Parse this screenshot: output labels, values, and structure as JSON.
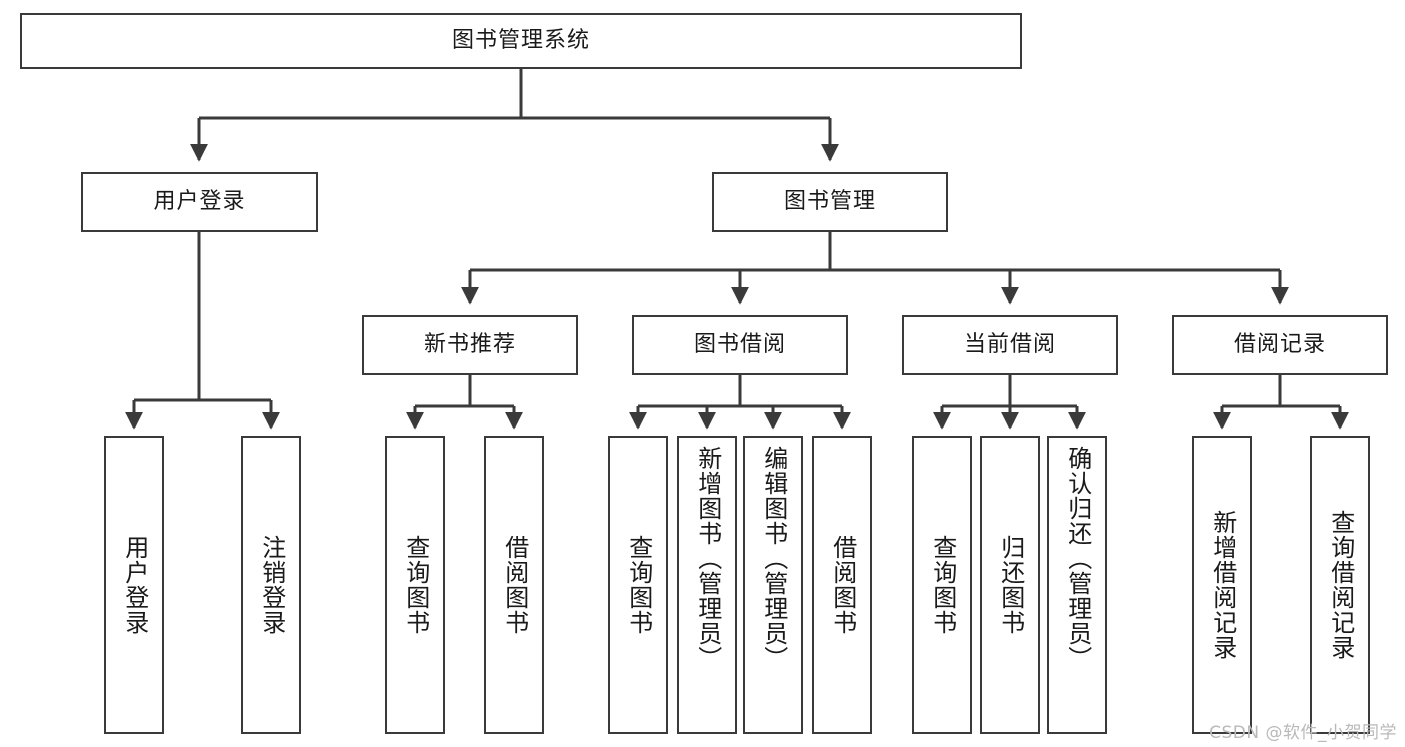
{
  "diagram": {
    "type": "tree",
    "title": "图书管理系统",
    "watermark": "CSDN @软件_小贺同学",
    "colors": {
      "stroke": "#3a3a3a",
      "fill": "#ffffff",
      "text": "#1a1a1a",
      "watermark": "#b9b9b9"
    },
    "levels": {
      "root": {
        "label": "图书管理系统"
      },
      "level2": [
        {
          "label": "用户登录"
        },
        {
          "label": "图书管理"
        }
      ],
      "level3": [
        {
          "label": "新书推荐"
        },
        {
          "label": "图书借阅"
        },
        {
          "label": "当前借阅"
        },
        {
          "label": "借阅记录"
        }
      ],
      "leaves": [
        {
          "label": "用户登录",
          "parent": "用户登录"
        },
        {
          "label": "注销登录",
          "parent": "用户登录"
        },
        {
          "label": "查询图书",
          "parent": "新书推荐"
        },
        {
          "label": "借阅图书",
          "parent": "新书推荐"
        },
        {
          "label": "查询图书",
          "parent": "图书借阅"
        },
        {
          "label": "新增图书（管理员）",
          "parent": "图书借阅"
        },
        {
          "label": "编辑图书（管理员）",
          "parent": "图书借阅"
        },
        {
          "label": "借阅图书",
          "parent": "图书借阅"
        },
        {
          "label": "查询图书",
          "parent": "当前借阅"
        },
        {
          "label": "归还图书",
          "parent": "当前借阅"
        },
        {
          "label": "确认归还（管理员）",
          "parent": "当前借阅"
        },
        {
          "label": "新增借阅记录",
          "parent": "借阅记录"
        },
        {
          "label": "查询借阅记录",
          "parent": "借阅记录"
        }
      ]
    }
  }
}
